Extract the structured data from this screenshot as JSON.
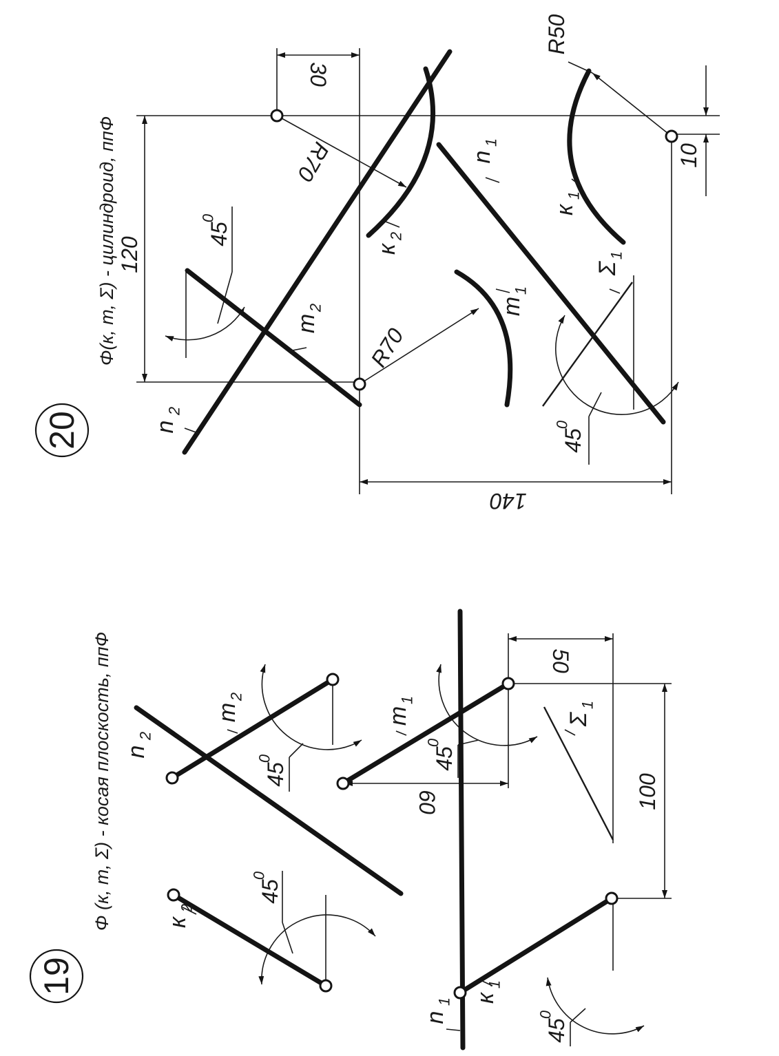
{
  "problems": [
    {
      "number": "19",
      "caption": "Φ (к, т, Σ) - косая плоскость, ппФ",
      "labels": {
        "k2": "к",
        "k2_sub": "2",
        "n2": "n",
        "n2_sub": "2",
        "m2": "m",
        "m2_sub": "2",
        "m1": "m",
        "m1_sub": "1",
        "n1": "n",
        "n1_sub": "1",
        "k1": "к",
        "k1_sub": "1",
        "sigma1": "Σ",
        "sigma1_sub": "1"
      },
      "angles": [
        "45",
        "45",
        "45",
        "45"
      ],
      "angle_unit": "0",
      "dimensions": {
        "d50": "50",
        "d60": "60",
        "d100": "100"
      }
    },
    {
      "number": "20",
      "caption": "Φ(к, т, Σ) - цилиндроид, ппФ",
      "labels": {
        "n2": "n",
        "n2_sub": "2",
        "m2": "m",
        "m2_sub": "2",
        "k2": "к",
        "k2_sub": "2",
        "m1": "m",
        "m1_sub": "1",
        "n1": "n",
        "n1_sub": "1",
        "k1": "к",
        "k1_sub": "1",
        "sigma1": "Σ",
        "sigma1_sub": "1"
      },
      "angles": [
        "45",
        "45"
      ],
      "angle_unit": "0",
      "dimensions": {
        "d30": "30",
        "d120": "120",
        "r70_top": "R70",
        "r70_bottom": "R70",
        "r50": "R50",
        "d10": "10",
        "d140": "140"
      }
    }
  ],
  "colors": {
    "ink": "#141414",
    "paper": "#ffffff"
  }
}
